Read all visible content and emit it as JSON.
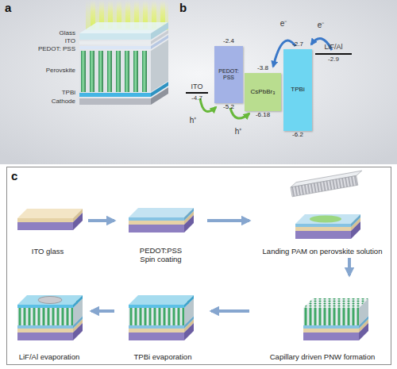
{
  "diagram": {
    "nodes": [
      {
        "text": [
          "-2.4",
          "PEDOT: PSS",
          "-5.2"
        ]
      },
      {
        "text": [
          "-3.8",
          "CsPbBr₃",
          "-6.18"
        ]
      },
      {
        "text": [
          "-2.7",
          "TPBi",
          "-6.2"
        ]
      },
      {
        "text": [
          "c"
        ]
      },
      {
        "text": [
          "ITO glass"
        ],
        "in": 3
      },
      {
        "text": [
          "PEDOT:PSS Spin coating"
        ],
        "in": 3
      },
      {
        "text": [
          "Landing PAM on perovskite solution"
        ],
        "in": 3
      },
      {
        "text": [
          "LiF/Al evaporation"
        ],
        "in": 3
      },
      {
        "text": [
          "TPBi evaporation"
        ],
        "in": 3
      },
      {
        "text": [
          "Capillary driven PNW formation"
        ],
        "in": 3
      }
    ],
    "edges": [
      {
        "from": 4,
        "to": 5,
        "arrow": "to"
      },
      {
        "from": 5,
        "to": 6,
        "arrow": "to"
      },
      {
        "from": 6,
        "to": 9,
        "arrow": "to"
      },
      {
        "from": 9,
        "to": 8,
        "arrow": "to"
      },
      {
        "from": 8,
        "to": 7,
        "arrow": "to"
      }
    ],
    "labels": [
      "a",
      "Glass",
      "ITO",
      "PEDOT: PSS",
      "Perovskite",
      "TPBi",
      "Cathode",
      "b",
      "ITO",
      "-4.7",
      "LiF/Al",
      "-2.9",
      "e⁻",
      "e⁻",
      "h⁺",
      "h⁺"
    ]
  }
}
